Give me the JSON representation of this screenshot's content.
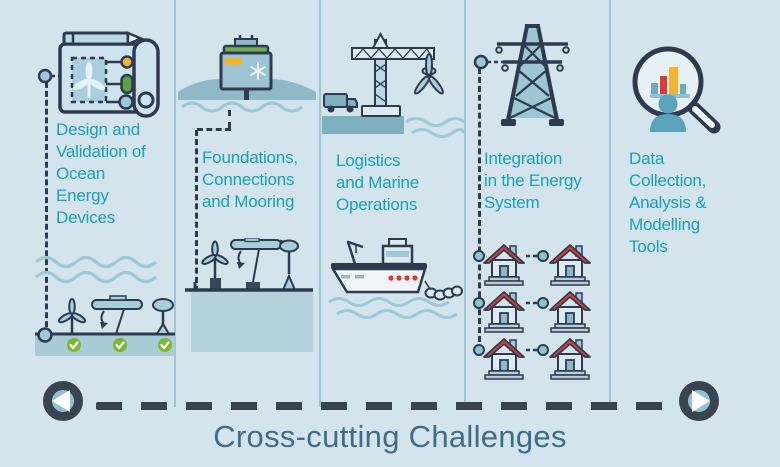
{
  "page": {
    "background": "#d4e4ec"
  },
  "columns": [
    {
      "id": "design-validation",
      "icon": "blueprint-turbine-icon",
      "label": "Design and\nValidation of\nOcean\nEnergy\nDevices"
    },
    {
      "id": "foundations-mooring",
      "icon": "floating-substation-icon",
      "label": "Foundations,\nConnections\nand Mooring"
    },
    {
      "id": "logistics-marine",
      "icon": "crane-turbine-icon",
      "label": "Logistics\nand Marine\nOperations"
    },
    {
      "id": "energy-integration",
      "icon": "electricity-pylon-icon",
      "label": "Integration\nin the Energy\nSystem"
    },
    {
      "id": "data-tools",
      "icon": "magnifier-chart-icon",
      "label": "Data\nCollection,\nAnalysis &\nModelling\nTools"
    }
  ],
  "footer": {
    "title": "Cross-cutting Challenges",
    "left_icon": "left-arrow-icon",
    "right_icon": "right-arrow-icon"
  },
  "colors": {
    "background": "#d4e4ec",
    "heading_teal": "#18a0bc",
    "footer_text": "#3e6d8b",
    "dark_outline": "#2e3b4e",
    "dash_dark": "#3a4450",
    "divider": "#9cc6d6",
    "water_wave": "#9dc9d6",
    "seabed": "#a9cbd6",
    "teal_fill": "#8cc3d4",
    "check_green": "#7ab82e",
    "roof_red": "#e03c3c",
    "accent_yellow": "#f2b52b"
  }
}
